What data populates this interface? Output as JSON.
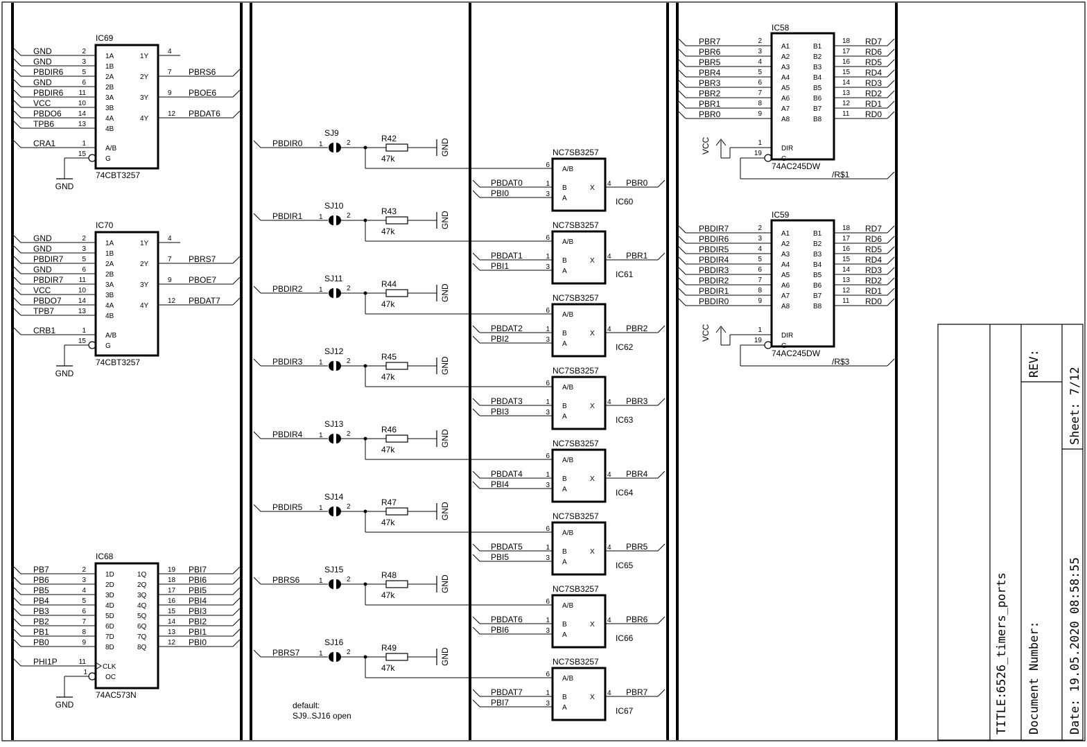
{
  "title_block": {
    "title_label": "TITLE:",
    "title_value": "6526_timers_ports",
    "document_number_label": "Document Number:",
    "rev_label": "REV:",
    "sheet_label": "Sheet: 7/12",
    "date_label": "Date: 19.05.2020 08:58:55"
  },
  "note": {
    "line1": "default:",
    "line2": "SJ9..SJ16 open"
  },
  "quad_muxes": [
    {
      "ref": "IC69",
      "part": "74CBT3257",
      "inputs": [
        {
          "net": "GND",
          "pin": "2",
          "name": "1A"
        },
        {
          "net": "GND",
          "pin": "3",
          "name": "1B"
        },
        {
          "net": "PBDIR6",
          "pin": "5",
          "name": "2A"
        },
        {
          "net": "GND",
          "pin": "6",
          "name": "2B"
        },
        {
          "net": "PBDIR6",
          "pin": "11",
          "name": "3A"
        },
        {
          "net": "VCC",
          "pin": "10",
          "name": "3B"
        },
        {
          "net": "PBDO6",
          "pin": "14",
          "name": "4A"
        },
        {
          "net": "TPB6",
          "pin": "13",
          "name": "4B"
        }
      ],
      "select": {
        "net": "CRA1",
        "pin": "1",
        "name": "A/B"
      },
      "enable": {
        "net": "GND",
        "pin": "15",
        "name": "G"
      },
      "outputs": [
        {
          "net": "",
          "pin": "4",
          "name": "1Y"
        },
        {
          "net": "PBRS6",
          "pin": "7",
          "name": "2Y"
        },
        {
          "net": "PBOE6",
          "pin": "9",
          "name": "3Y"
        },
        {
          "net": "PBDAT6",
          "pin": "12",
          "name": "4Y"
        }
      ]
    },
    {
      "ref": "IC70",
      "part": "74CBT3257",
      "inputs": [
        {
          "net": "GND",
          "pin": "2",
          "name": "1A"
        },
        {
          "net": "GND",
          "pin": "3",
          "name": "1B"
        },
        {
          "net": "PBDIR7",
          "pin": "5",
          "name": "2A"
        },
        {
          "net": "GND",
          "pin": "6",
          "name": "2B"
        },
        {
          "net": "PBDIR7",
          "pin": "11",
          "name": "3A"
        },
        {
          "net": "VCC",
          "pin": "10",
          "name": "3B"
        },
        {
          "net": "PBDO7",
          "pin": "14",
          "name": "4A"
        },
        {
          "net": "TPB7",
          "pin": "13",
          "name": "4B"
        }
      ],
      "select": {
        "net": "CRB1",
        "pin": "1",
        "name": "A/B"
      },
      "enable": {
        "net": "GND",
        "pin": "15",
        "name": "G"
      },
      "outputs": [
        {
          "net": "",
          "pin": "4",
          "name": "1Y"
        },
        {
          "net": "PBRS7",
          "pin": "7",
          "name": "2Y"
        },
        {
          "net": "PBOE7",
          "pin": "9",
          "name": "3Y"
        },
        {
          "net": "PBDAT7",
          "pin": "12",
          "name": "4Y"
        }
      ]
    }
  ],
  "latch": {
    "ref": "IC68",
    "part": "74AC573N",
    "inputs": [
      {
        "net": "PB7",
        "pin": "2",
        "name": "1D"
      },
      {
        "net": "PB6",
        "pin": "3",
        "name": "2D"
      },
      {
        "net": "PB5",
        "pin": "4",
        "name": "3D"
      },
      {
        "net": "PB4",
        "pin": "5",
        "name": "4D"
      },
      {
        "net": "PB3",
        "pin": "6",
        "name": "5D"
      },
      {
        "net": "PB2",
        "pin": "7",
        "name": "6D"
      },
      {
        "net": "PB1",
        "pin": "8",
        "name": "7D"
      },
      {
        "net": "PB0",
        "pin": "9",
        "name": "8D"
      }
    ],
    "clock": {
      "net": "PHI1P",
      "pin": "11",
      "name": "CLK"
    },
    "enable": {
      "net": "GND",
      "pin": "1",
      "name": "OC"
    },
    "outputs": [
      {
        "net": "PBI7",
        "pin": "19",
        "name": "1Q"
      },
      {
        "net": "PBI6",
        "pin": "18",
        "name": "2Q"
      },
      {
        "net": "PBI5",
        "pin": "17",
        "name": "3Q"
      },
      {
        "net": "PBI4",
        "pin": "16",
        "name": "4Q"
      },
      {
        "net": "PBI3",
        "pin": "15",
        "name": "5Q"
      },
      {
        "net": "PBI2",
        "pin": "14",
        "name": "6Q"
      },
      {
        "net": "PBI1",
        "pin": "13",
        "name": "7Q"
      },
      {
        "net": "PBI0",
        "pin": "12",
        "name": "8Q"
      }
    ]
  },
  "jumper_rows": [
    {
      "net": "PBDIR0",
      "jumper": "SJ9",
      "resistor": "R42",
      "value": "47k",
      "gnd": "GND",
      "mux_ref": "IC60",
      "mux_part": "NC7SB3257",
      "b_net": "PBDAT0",
      "a_net": "PBI0",
      "x_net": "PBR0"
    },
    {
      "net": "PBDIR1",
      "jumper": "SJ10",
      "resistor": "R43",
      "value": "47k",
      "gnd": "GND",
      "mux_ref": "IC61",
      "mux_part": "NC7SB3257",
      "b_net": "PBDAT1",
      "a_net": "PBI1",
      "x_net": "PBR1"
    },
    {
      "net": "PBDIR2",
      "jumper": "SJ11",
      "resistor": "R44",
      "value": "47k",
      "gnd": "GND",
      "mux_ref": "IC62",
      "mux_part": "NC7SB3257",
      "b_net": "PBDAT2",
      "a_net": "PBI2",
      "x_net": "PBR2"
    },
    {
      "net": "PBDIR3",
      "jumper": "SJ12",
      "resistor": "R45",
      "value": "47k",
      "gnd": "GND",
      "mux_ref": "IC63",
      "mux_part": "NC7SB3257",
      "b_net": "PBDAT3",
      "a_net": "PBI3",
      "x_net": "PBR3"
    },
    {
      "net": "PBDIR4",
      "jumper": "SJ13",
      "resistor": "R46",
      "value": "47k",
      "gnd": "GND",
      "mux_ref": "IC64",
      "mux_part": "NC7SB3257",
      "b_net": "PBDAT4",
      "a_net": "PBI4",
      "x_net": "PBR4"
    },
    {
      "net": "PBDIR5",
      "jumper": "SJ14",
      "resistor": "R47",
      "value": "47k",
      "gnd": "GND",
      "mux_ref": "IC65",
      "mux_part": "NC7SB3257",
      "b_net": "PBDAT5",
      "a_net": "PBI5",
      "x_net": "PBR5"
    },
    {
      "net": "PBRS6",
      "jumper": "SJ15",
      "resistor": "R48",
      "value": "47k",
      "gnd": "GND",
      "mux_ref": "IC66",
      "mux_part": "NC7SB3257",
      "b_net": "PBDAT6",
      "a_net": "PBI6",
      "x_net": "PBR6"
    },
    {
      "net": "PBRS7",
      "jumper": "SJ16",
      "resistor": "R49",
      "value": "47k",
      "gnd": "GND",
      "mux_ref": "IC67",
      "mux_part": "NC7SB3257",
      "b_net": "PBDAT7",
      "a_net": "PBI7",
      "x_net": "PBR7"
    }
  ],
  "single_mux_pins": {
    "sel_pin": "6",
    "b_pin": "1",
    "a_pin": "3",
    "x_pin": "4",
    "sel_name": "A/B",
    "b_name": "B",
    "a_name": "A",
    "x_name": "X"
  },
  "pin_labels": {
    "jumper_pin1": "1",
    "jumper_pin2": "2"
  },
  "transceivers": [
    {
      "ref": "IC58",
      "part": "74AC245DW",
      "a_nets": [
        "PBR7",
        "PBR6",
        "PBR5",
        "PBR4",
        "PBR3",
        "PBR2",
        "PBR1",
        "PBR0"
      ],
      "a_pins": [
        "2",
        "3",
        "4",
        "5",
        "6",
        "7",
        "8",
        "9"
      ],
      "a_names": [
        "A1",
        "A2",
        "A3",
        "A4",
        "A5",
        "A6",
        "A7",
        "A8"
      ],
      "b_nets": [
        "RD7",
        "RD6",
        "RD5",
        "RD4",
        "RD3",
        "RD2",
        "RD1",
        "RD0"
      ],
      "b_pins": [
        "18",
        "17",
        "16",
        "15",
        "14",
        "13",
        "12",
        "11"
      ],
      "b_names": [
        "B1",
        "B2",
        "B3",
        "B4",
        "B5",
        "B6",
        "B7",
        "B8"
      ],
      "dir": {
        "pin": "1",
        "name": "DIR",
        "net": "VCC"
      },
      "g": {
        "pin": "19",
        "name": "G",
        "net": "/R$1"
      }
    },
    {
      "ref": "IC59",
      "part": "74AC245DW",
      "a_nets": [
        "PBDIR7",
        "PBDIR6",
        "PBDIR5",
        "PBDIR4",
        "PBDIR3",
        "PBDIR2",
        "PBDIR1",
        "PBDIR0"
      ],
      "a_pins": [
        "2",
        "3",
        "4",
        "5",
        "6",
        "7",
        "8",
        "9"
      ],
      "a_names": [
        "A1",
        "A2",
        "A3",
        "A4",
        "A5",
        "A6",
        "A7",
        "A8"
      ],
      "b_nets": [
        "RD7",
        "RD6",
        "RD5",
        "RD4",
        "RD3",
        "RD2",
        "RD1",
        "RD0"
      ],
      "b_pins": [
        "18",
        "17",
        "16",
        "15",
        "14",
        "13",
        "12",
        "11"
      ],
      "b_names": [
        "B1",
        "B2",
        "B3",
        "B4",
        "B5",
        "B6",
        "B7",
        "B8"
      ],
      "dir": {
        "pin": "1",
        "name": "DIR",
        "net": "VCC"
      },
      "g": {
        "pin": "19",
        "name": "G",
        "net": "/R$3"
      }
    }
  ]
}
